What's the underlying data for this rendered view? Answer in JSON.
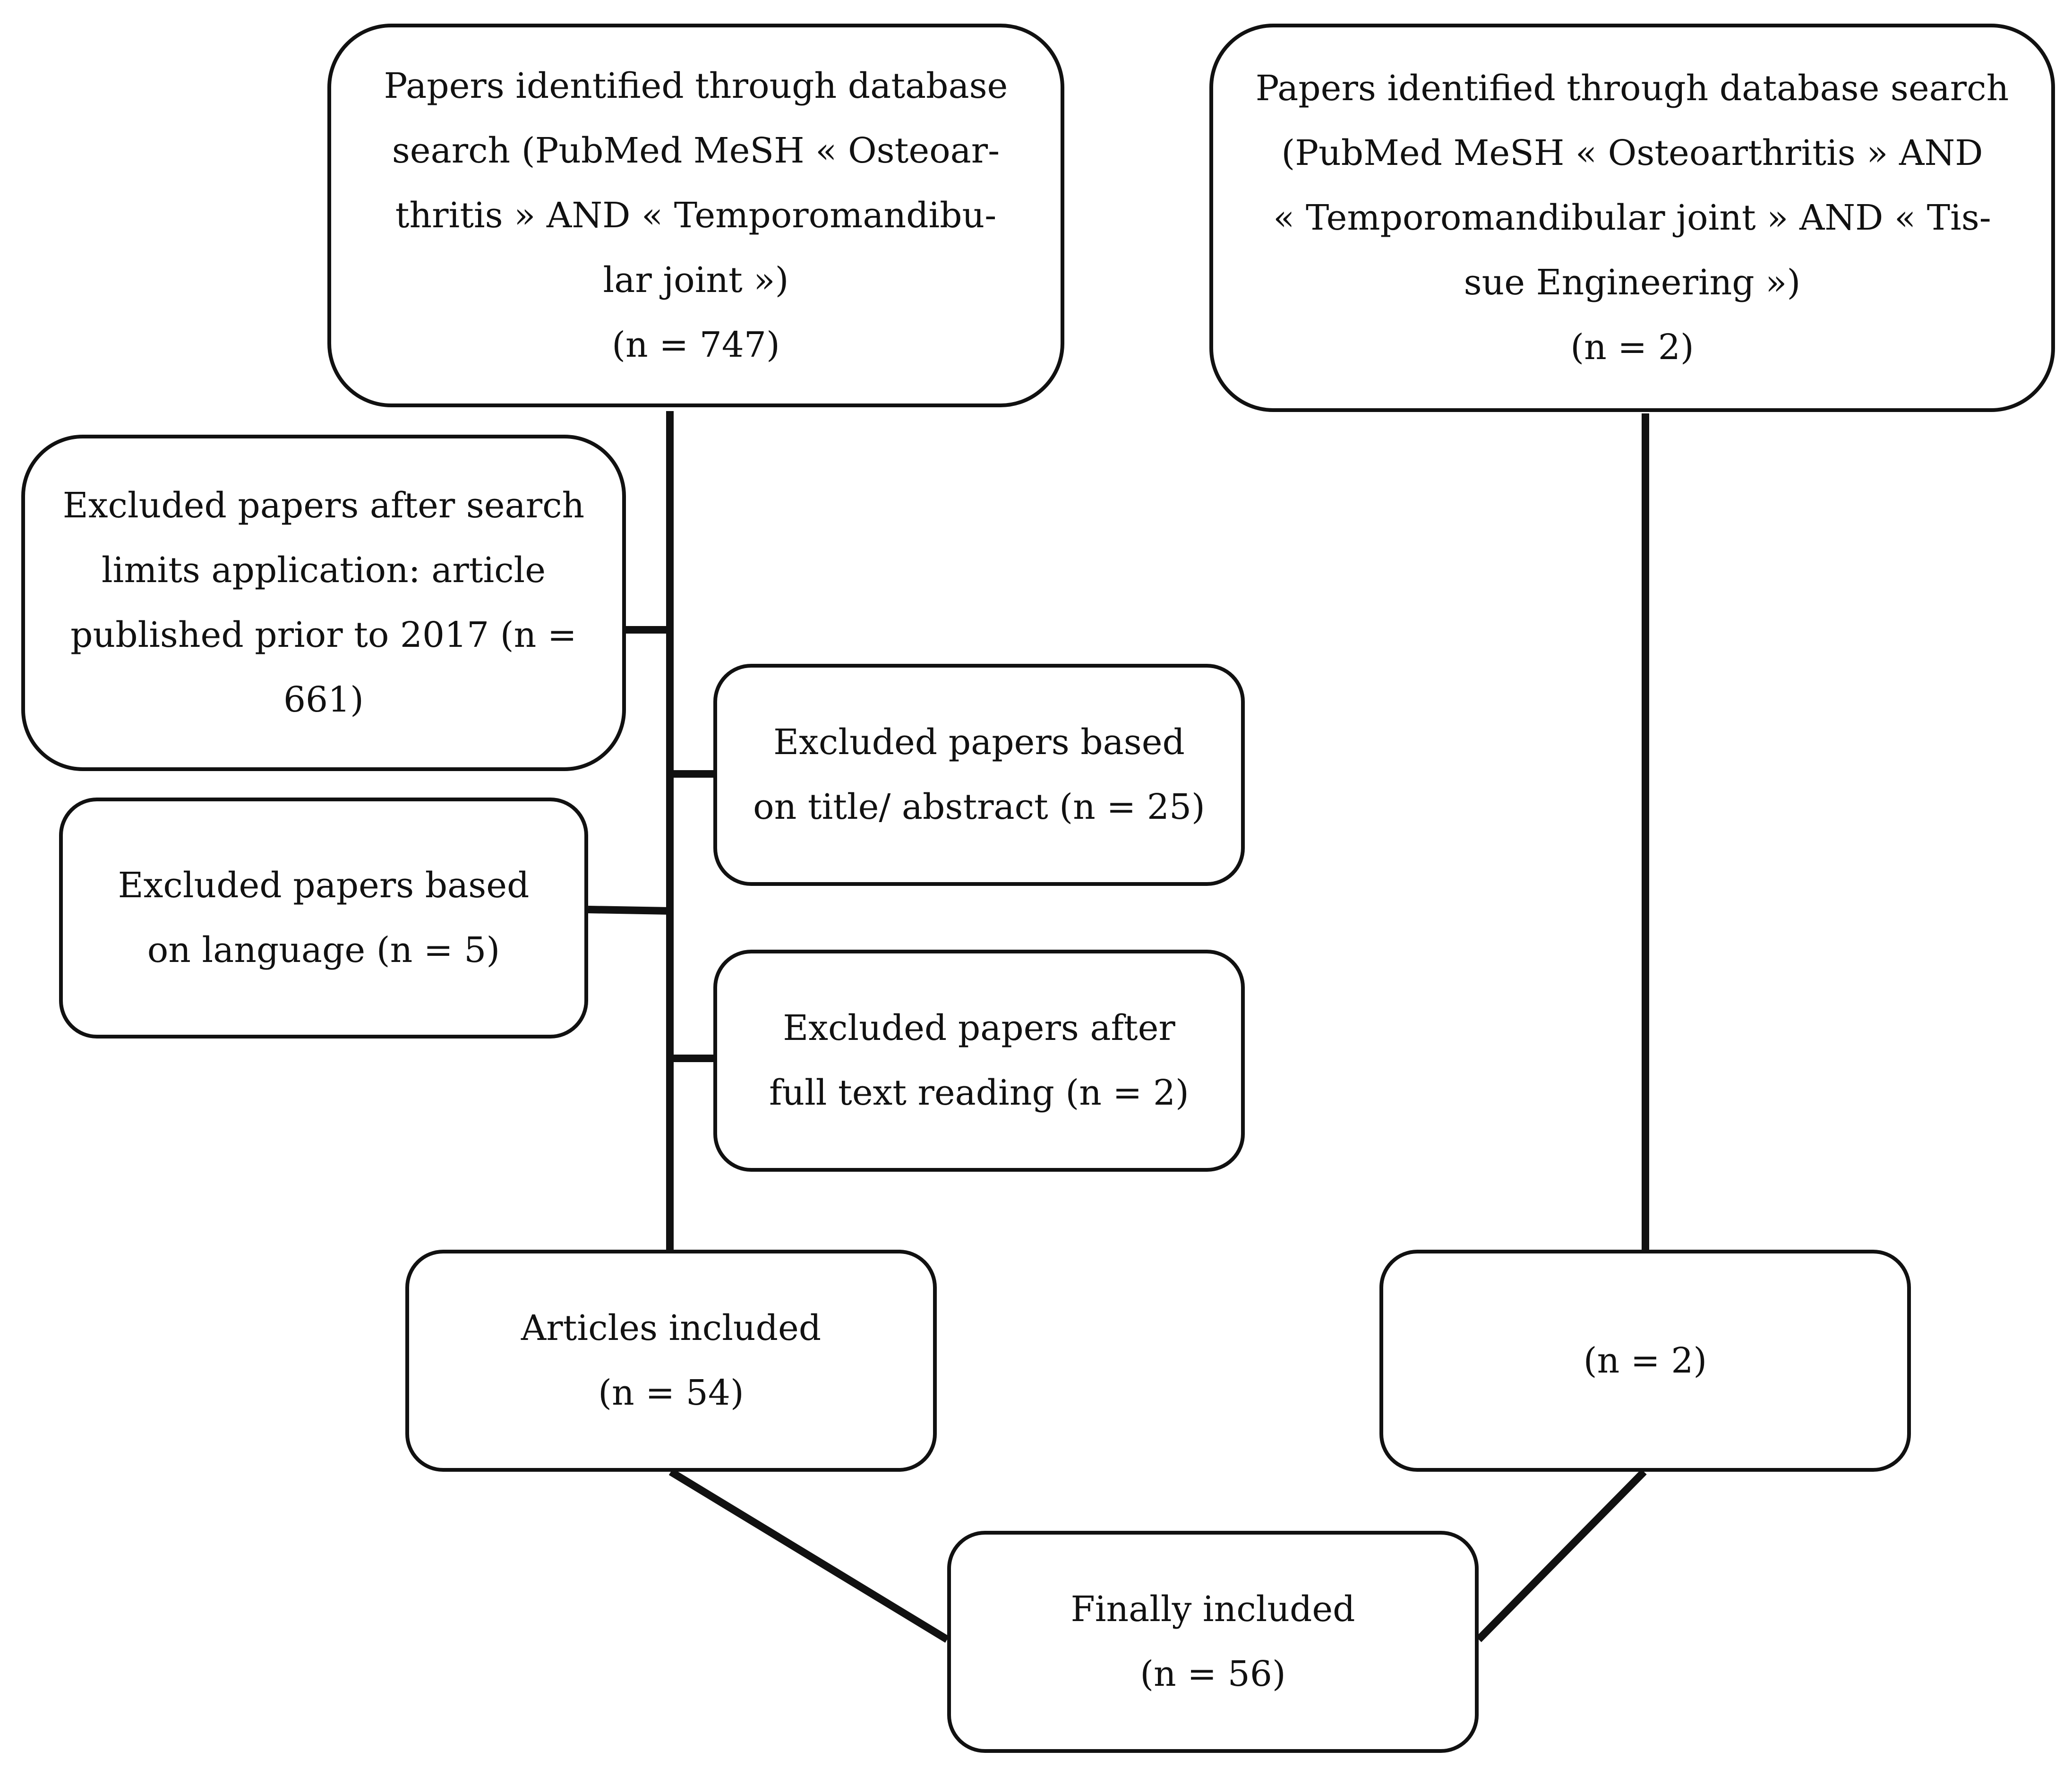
{
  "boxes": {
    "left_source": {
      "lines": [
        "Papers identified through database",
        "search (PubMed MeSH « Osteoar-",
        "thritis » AND « Temporomandibu-",
        "lar joint »)"
      ],
      "count": "(n = 747)"
    },
    "right_source": {
      "lines": [
        "Papers identified through database search",
        "(PubMed MeSH « Osteoarthritis » AND",
        "« Temporomandibular joint » AND « Tis-",
        "sue Engineering »)"
      ],
      "count": "(n = 2)"
    },
    "excluded_limits": {
      "lines": [
        "Excluded papers after search",
        "limits application: article",
        "published prior to 2017 (n =",
        "661)"
      ]
    },
    "excluded_title": {
      "lines": [
        "Excluded papers based",
        "on title/ abstract (n = 25)"
      ]
    },
    "excluded_language": {
      "lines": [
        "Excluded papers based",
        "on language (n = 5)"
      ]
    },
    "excluded_fulltext": {
      "lines": [
        "Excluded papers after",
        "full text reading (n = 2)"
      ]
    },
    "articles_included": {
      "label": "Articles included",
      "count": "(n = 54)"
    },
    "right_included": {
      "count": "(n = 2)"
    },
    "finally_included": {
      "label": "Finally included",
      "count": "(n = 56)"
    }
  }
}
